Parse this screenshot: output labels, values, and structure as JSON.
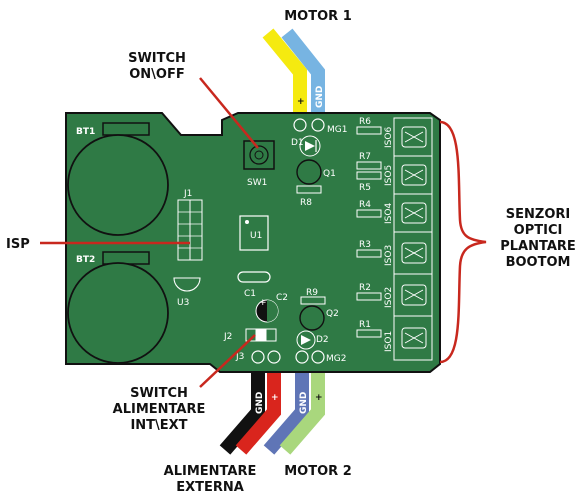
{
  "colors": {
    "board": "#2f7a45",
    "board_outline": "#111111",
    "silkscreen": "#ffffff",
    "callout_line": "#c8281e",
    "wire_yellow": "#f5ea10",
    "wire_lightblue": "#77b4e2",
    "wire_black": "#111111",
    "wire_red": "#d9251d",
    "wire_blue": "#5f75b6",
    "wire_green": "#a9d77d"
  },
  "callouts": {
    "motor1": "MOTOR 1",
    "switch_on_off_line1": "SWITCH",
    "switch_on_off_line2": "ON\\OFF",
    "isp": "ISP",
    "senzori_line1": "SENZORI",
    "senzori_line2": "OPTICI",
    "senzori_line3": "PLANTARE",
    "senzori_line4": "BOOTOM",
    "switch_alim_line1": "SWITCH",
    "switch_alim_line2": "ALIMENTARE",
    "switch_alim_line3": "INT\\EXT",
    "alim_ext_line1": "ALIMENTARE",
    "alim_ext_line2": "EXTERNA",
    "motor2": "MOTOR 2"
  },
  "wires": {
    "plus": "+",
    "gnd": "GND"
  },
  "silkscreen": {
    "bt1": "BT1",
    "bt2": "BT2",
    "j1": "J1",
    "j2": "J2",
    "j3": "J3",
    "u1": "U1",
    "u3": "U3",
    "sw1": "SW1",
    "c1": "C1",
    "c2": "C2",
    "c2_plus": "+",
    "d1": "D1",
    "d2": "D2",
    "q1": "Q1",
    "q2": "Q2",
    "r1": "R1",
    "r2": "R2",
    "r3": "R3",
    "r4": "R4",
    "r5": "R5",
    "r6": "R6",
    "r7": "R7",
    "r8": "R8",
    "r9": "R9",
    "mg1": "MG1",
    "mg2": "MG2",
    "iso1": "ISO1",
    "iso2": "ISO2",
    "iso3": "ISO3",
    "iso4": "ISO4",
    "iso5": "ISO5",
    "iso6": "ISO6"
  }
}
